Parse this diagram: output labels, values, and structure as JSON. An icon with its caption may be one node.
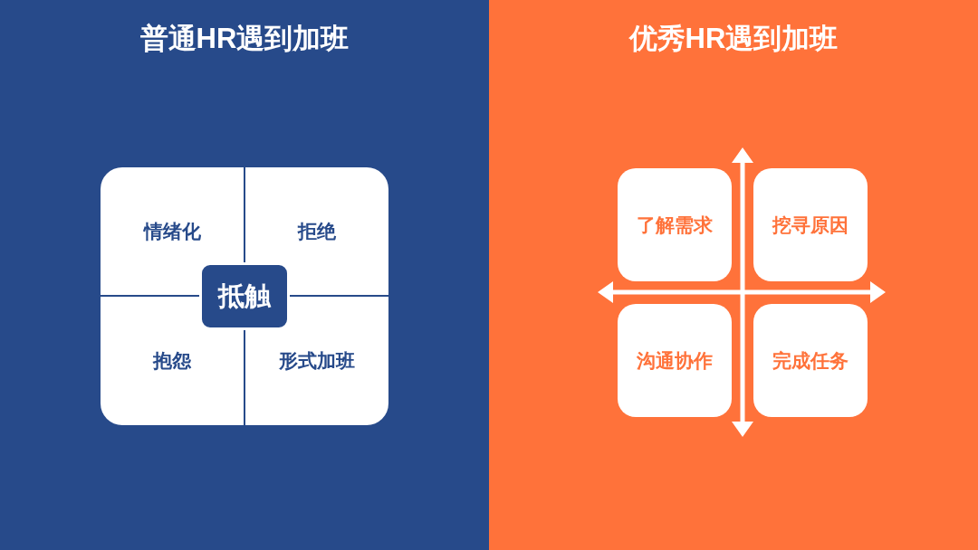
{
  "diagram": {
    "nodes": [
      {
        "text": [
          "普通HR遇到加班"
        ]
      },
      {
        "text": [
          "情绪化"
        ],
        "in": 0
      },
      {
        "text": [
          "拒绝"
        ],
        "in": 0
      },
      {
        "text": [
          "抵触"
        ],
        "in": 0
      },
      {
        "text": [
          "抱怨"
        ],
        "in": 0
      },
      {
        "text": [
          "形式加班"
        ],
        "in": 0
      },
      {
        "text": [
          "优秀HR遇到加班"
        ]
      },
      {
        "text": [
          "了解需求"
        ],
        "in": 6
      },
      {
        "text": [
          "挖寻原因"
        ],
        "in": 6
      },
      {
        "text": [
          "沟通协作"
        ],
        "in": 6
      },
      {
        "text": [
          "完成任务"
        ],
        "in": 6
      }
    ]
  }
}
